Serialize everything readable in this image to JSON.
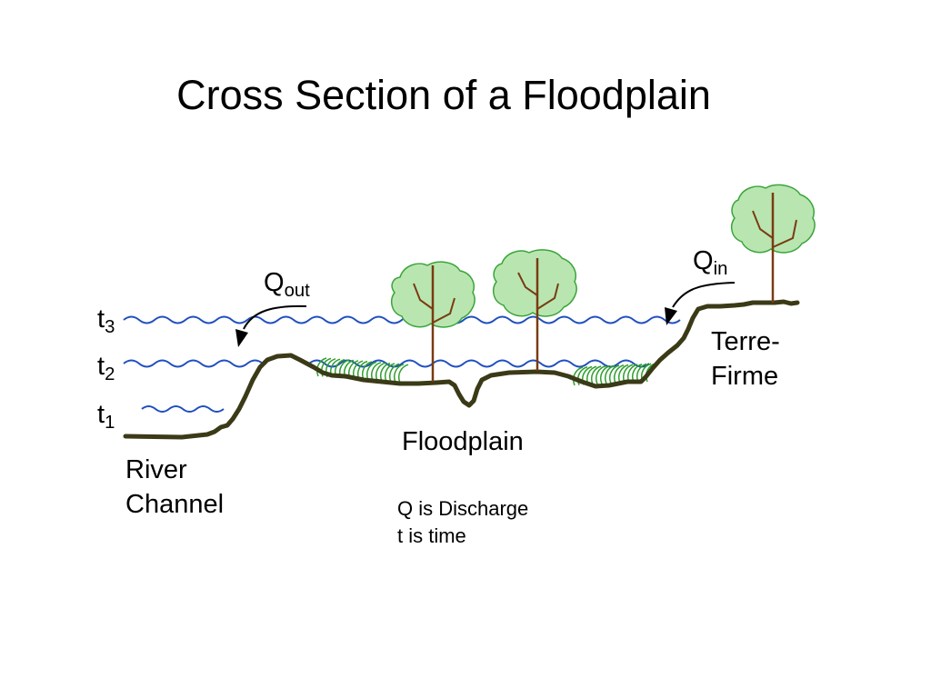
{
  "title": "Cross Section of a Floodplain",
  "labels": {
    "t3_base": "t",
    "t3_sub": "3",
    "t2_base": "t",
    "t2_sub": "2",
    "t1_base": "t",
    "t1_sub": "1",
    "qout_base": "Q",
    "qout_sub": "out",
    "qin_base": "Q",
    "qin_sub": "in",
    "river_line1": "River",
    "river_line2": "Channel",
    "floodplain": "Floodplain",
    "terre_line1": "Terre-",
    "terre_line2": "Firme"
  },
  "legend": {
    "discharge": "Q is Discharge",
    "time": "t is time"
  },
  "colors": {
    "ground": "#3b3a17",
    "water": "#1f4fbf",
    "grass": "#2e9e2e",
    "tree_canopy_fill": "#b9e6b0",
    "tree_canopy_stroke": "#3aa53a",
    "tree_trunk": "#7a3b12"
  }
}
